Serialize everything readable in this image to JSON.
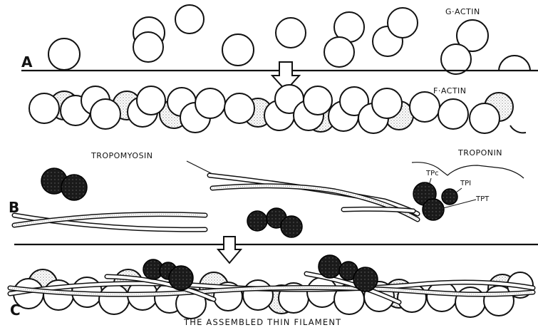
{
  "labels": {
    "g_actin": "G·ACTIN",
    "f_actin": "F·ACTIN",
    "tropomyosin": "TROPOMYOSIN",
    "troponin": "TROPONIN",
    "tpc": "TPc",
    "tpi": "TPI",
    "tpt": "TPT",
    "caption": "THE ASSEMBLED THIN FILAMENT"
  },
  "panels": {
    "a": "A",
    "b": "B",
    "c": "C"
  }
}
